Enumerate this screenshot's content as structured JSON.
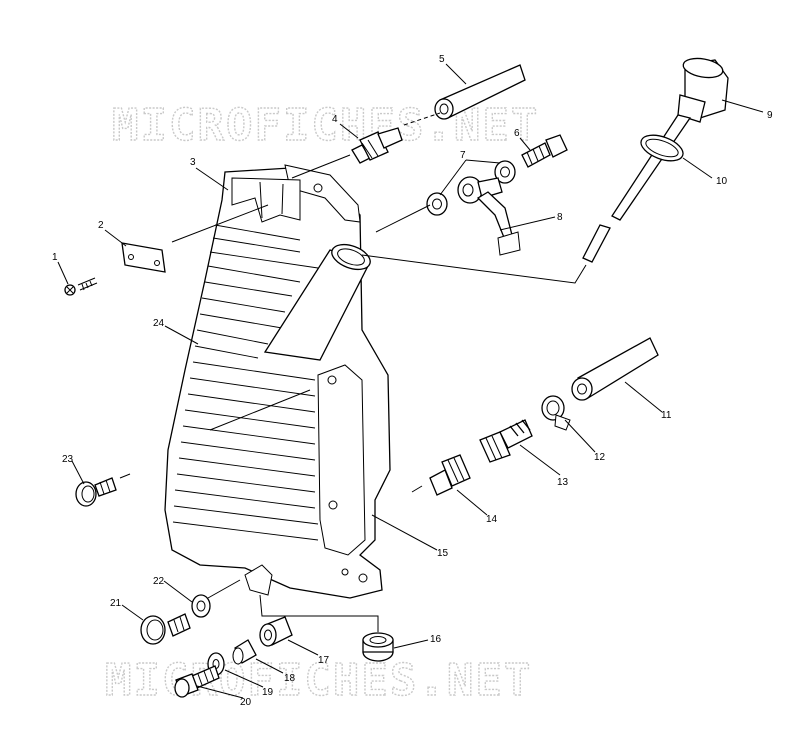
{
  "watermark": {
    "top": "MICROFICHES.NET",
    "bottom": "MICROFICHES.NET"
  },
  "callouts": [
    "1",
    "2",
    "3",
    "4",
    "5",
    "6",
    "7",
    "8",
    "9",
    "10",
    "11",
    "12",
    "13",
    "14",
    "15",
    "16",
    "17",
    "18",
    "19",
    "20",
    "21",
    "22",
    "23",
    "24"
  ]
}
